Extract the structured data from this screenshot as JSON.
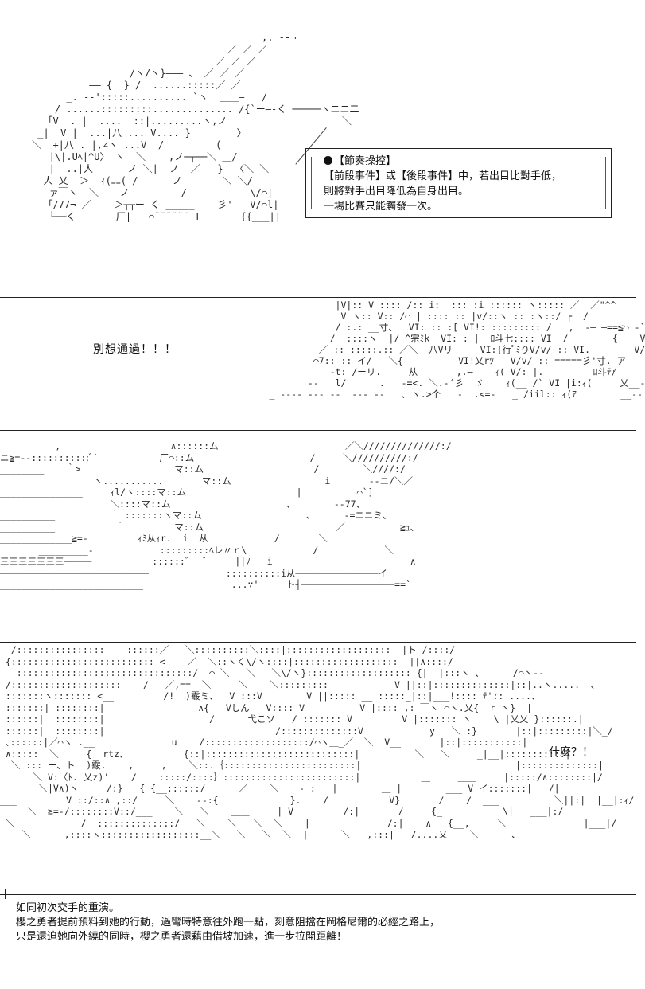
{
  "rule_card": {
    "title": "【節奏操控】",
    "line1": "【前段事件】或【後段事件】中，若出目比對手低，",
    "line2": "則將對手出目降低為自身出目。",
    "line3": "一場比賽只能觸發一次。"
  },
  "shout": {
    "text": "別想通過！！！"
  },
  "speech": {
    "text": "什麽？！"
  },
  "narration": {
    "line1": "如同初次交手的重演。",
    "line2": "櫻之勇者提前預料到她的行動，過彎時特意往外跑一點，刻意阻擋在岡格尼爾的必經之路上，",
    "line3": "只是還迫她向外繞的同時，櫻之勇者還藉由借坡加速，進一步拉開距離！"
  }
}
